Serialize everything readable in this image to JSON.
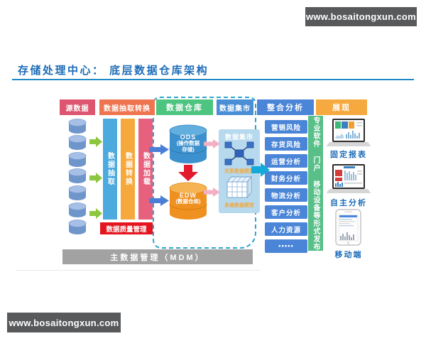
{
  "watermarks": {
    "top": "www.bosaitongxun.com",
    "bottom": "www.bosaitongxun.com"
  },
  "page": {
    "title": "存储处理中心： 底层数据仓库架构"
  },
  "headers": {
    "source": "源数据",
    "etl": "数据抽取转换",
    "warehouse": "数据仓库",
    "mart": "数据集市",
    "analysis": "整合分析",
    "presentation": "展现"
  },
  "source": {
    "cylinder_count": 7
  },
  "etl": {
    "bars": [
      "数据抽取",
      "数据转换",
      "数据加载"
    ],
    "quality_label": "数据质量管理"
  },
  "warehouse": {
    "ods": {
      "name": "ODS",
      "desc_line1": "(操作数据",
      "desc_line2": "存储)"
    },
    "edw": {
      "name": "EDW",
      "desc": "(数据仓库)"
    }
  },
  "mart": {
    "box_title": "数据集市",
    "relational_label": "关系数据模型",
    "multidim_label": "多维数据模型"
  },
  "analysis": {
    "items": [
      "营销风险",
      "存货风险",
      "运营分析",
      "财务分析",
      "物流分析",
      "客户分析",
      "人力资源",
      "•••••"
    ]
  },
  "presentation": {
    "publish_channels": "专业软件 门户 移动设备等形式发布",
    "fixed_report": "固定报表",
    "self_analysis": "自主分析",
    "mobile": "移动端"
  },
  "footer": {
    "mdm": "主数据管理（MDM）"
  },
  "colors": {
    "title_blue": "#1c6cb8",
    "source_header": "#dd5571",
    "etl_header": "#ef7450",
    "warehouse_header": "#4ec481",
    "mart_header": "#4a8ed6",
    "analysis_header": "#4a85d8",
    "presentation_header": "#f6a93f",
    "bar_blue": "#4caade",
    "bar_orange": "#f5a93d",
    "bar_pink": "#e7617f",
    "quality_red": "#e4151f",
    "dashed_border": "#2aa5cd",
    "watermark_gray": "#58595b"
  }
}
